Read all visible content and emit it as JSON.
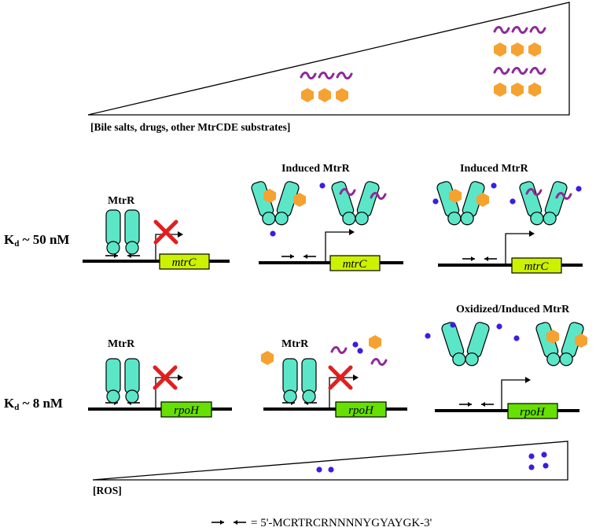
{
  "top_wedge": {
    "label": "[Bile salts, drugs, other MtrCDE substrates]"
  },
  "bottom_wedge": {
    "label": "[ROS]"
  },
  "row1": {
    "kd_label": "Kd ~ 50 nM",
    "kd_prefix": "K",
    "kd_sub": "d",
    "kd_suffix": " ~ 50 nM",
    "gene": "mtrC",
    "panel1_title": "MtrR",
    "panel2_title": "Induced MtrR",
    "panel3_title": "Induced MtrR"
  },
  "row2": {
    "kd_label": "Kd ~ 8 nM",
    "kd_prefix": "K",
    "kd_sub": "d",
    "kd_suffix": " ~ 8 nM",
    "gene": "rpoH",
    "panel1_title": "MtrR",
    "panel2_title": "MtrR",
    "panel3_title": "Oxidized/Induced MtrR"
  },
  "legend": {
    "sequence": "= 5'-MCRTRCRNNNNYGYAYGK-3'"
  },
  "colors": {
    "protein": "#5ce6c8",
    "ligand": "#f5a231",
    "drug_wave": "#8e2a9a",
    "ros": "#3a1ee0",
    "gene_mtrC": "#ccf200",
    "gene_rpoH": "#66e000",
    "repression_x": "#e21f1f"
  }
}
